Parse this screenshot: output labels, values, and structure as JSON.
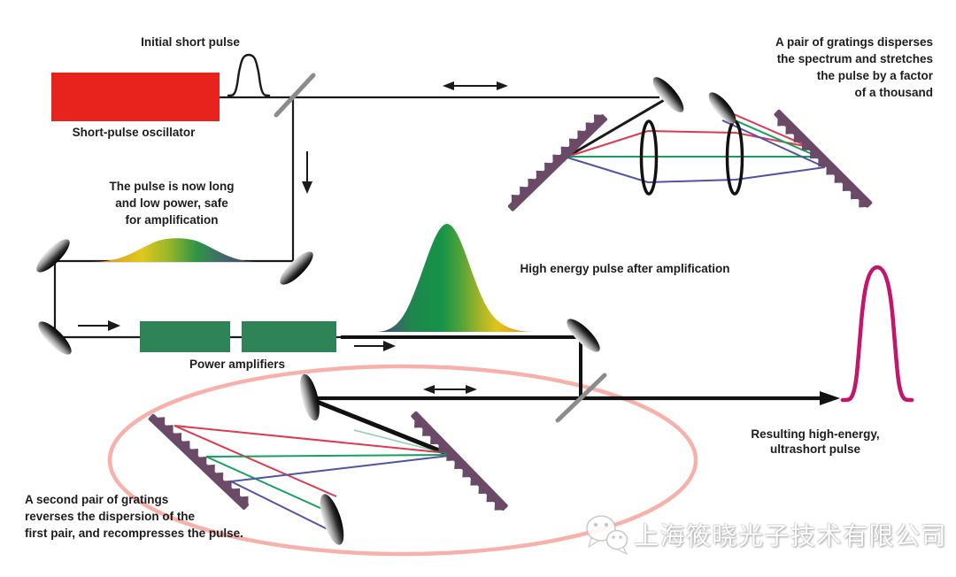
{
  "labels": {
    "initial_pulse": "Initial short pulse",
    "oscillator": "Short-pulse oscillator",
    "amplifiers": "Power amplifiers",
    "amplified_pulse": "High energy pulse after amplification"
  },
  "captions": {
    "stretcher": [
      "A pair of gratings disperses",
      "the spectrum and stretches",
      "the pulse by a factor",
      "of a thousand"
    ],
    "stretched_pulse": [
      "The pulse is now long",
      "and low power, safe",
      "for amplification"
    ],
    "compressor": [
      "A second pair of gratings",
      "reverses the dispersion of the",
      "first pair, and recompresses the pulse."
    ],
    "result": [
      "Resulting high-energy,",
      "ultrashort pulse"
    ]
  },
  "watermark": {
    "icon": "wechat-icon",
    "company": "上海筱晓光子技术有限公司"
  },
  "colors": {
    "oscillator_box": "#e8231d",
    "amplifier_box": "#2e8456",
    "grating": "#6a4a66",
    "beam": "#1a1a1a",
    "splitter": "#8b8b8b",
    "ray_red": "#dd3a4e",
    "ray_green": "#16a05d",
    "ray_blue": "#5153a5",
    "result_pulse": "#c3156b",
    "highlight_ellipse": "#f6a8a1"
  }
}
